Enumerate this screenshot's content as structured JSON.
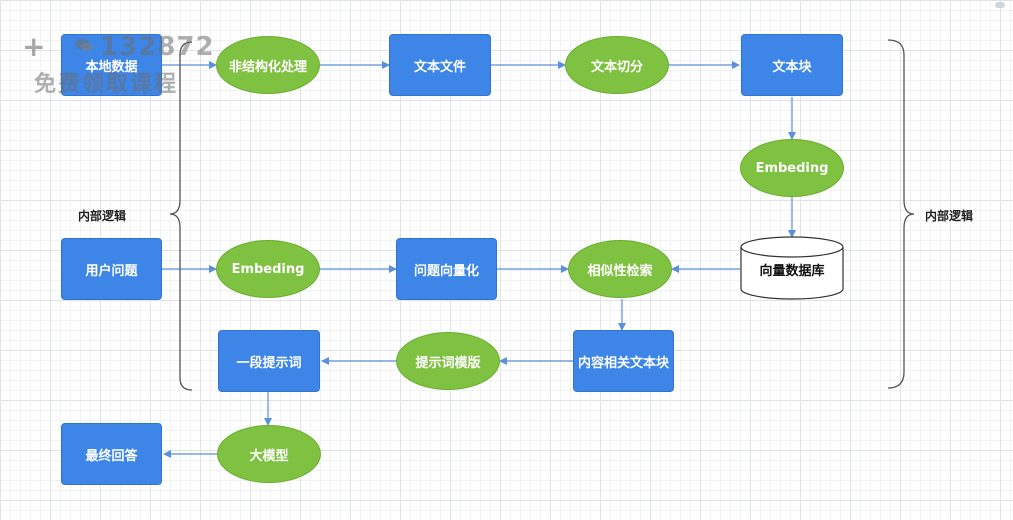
{
  "watermark": {
    "plus": "+",
    "number": "132872",
    "text": "免费领取课程"
  },
  "nodes": {
    "local_data": "本地数据",
    "unstructured": "非结构化处理",
    "text_file": "文本文件",
    "text_split": "文本切分",
    "text_chunk": "文本块",
    "embed_top": "Embeding",
    "vector_db": "向量数据库",
    "user_question": "用户问题",
    "embed_mid": "Embeding",
    "question_vector": "问题向量化",
    "similarity": "相似性检索",
    "related_chunks": "内容相关文本块",
    "prompt_template": "提示词模版",
    "prompt": "一段提示词",
    "llm": "大模型",
    "final_answer": "最终回答"
  },
  "labels": {
    "inner_left": "内部逻辑",
    "inner_right": "内部逻辑"
  },
  "colors": {
    "rect_fill": "#3d86e8",
    "ellipse_fill": "#7fc241",
    "arrow": "#5b8fd9",
    "bracket": "#555555"
  }
}
